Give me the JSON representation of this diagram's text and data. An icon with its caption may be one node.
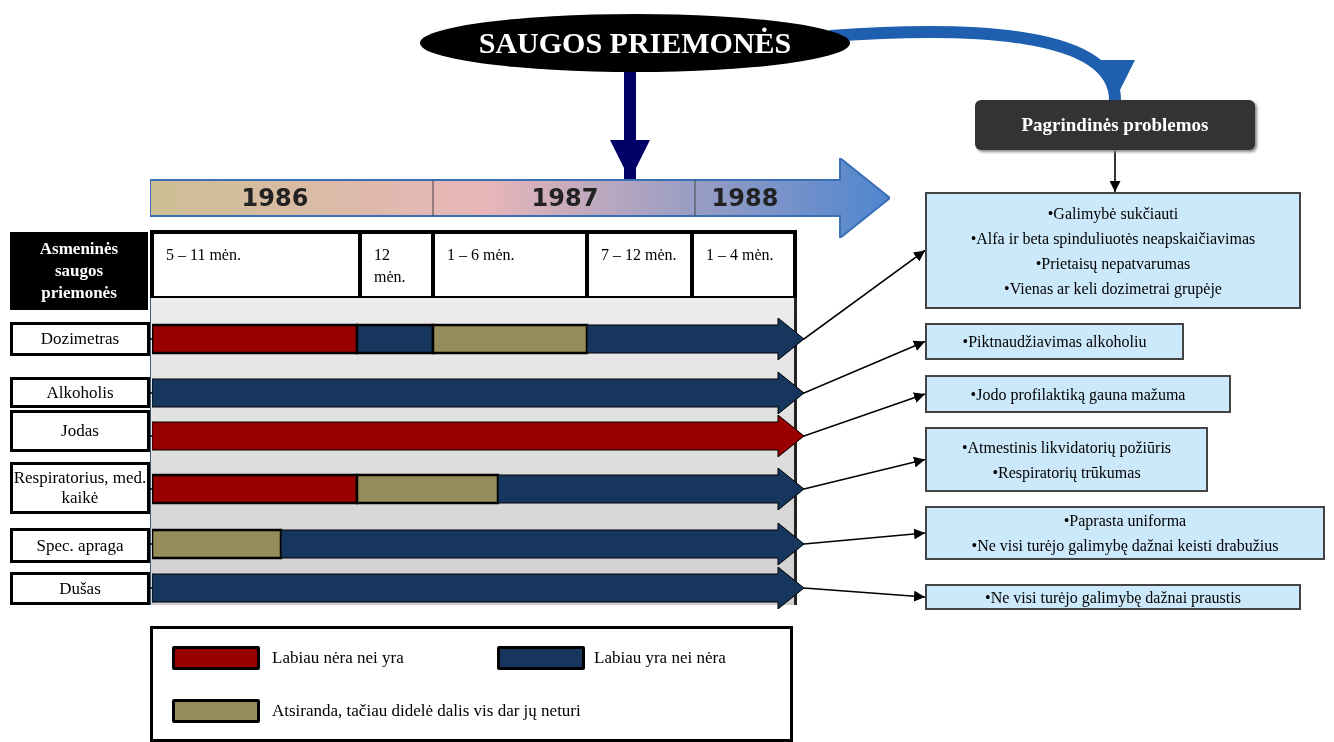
{
  "diagram": {
    "nodes": [
      {
        "text": [
          "SAUGOS PRIEMONĖS"
        ]
      },
      {
        "text": [
          "Pagrindinės problemos"
        ]
      },
      {
        "text": [
          "1986",
          "1987",
          "1988"
        ]
      },
      {
        "text": [
          "Asmeninės saugos priemonės"
        ]
      },
      {
        "text": [
          "Dozimetras"
        ]
      },
      {
        "text": [
          "Alkoholis"
        ]
      },
      {
        "text": [
          "Jodas"
        ]
      },
      {
        "text": [
          "Respiratorius, med. kaikė"
        ]
      },
      {
        "text": [
          "Spec. apraga"
        ]
      },
      {
        "text": [
          "Dušas"
        ]
      },
      {
        "text": [
          "•Galimybė sukčiauti",
          "•Alfa ir beta spinduliuotės neapskaičiavimas",
          "•Prietaisų nepatvarumas",
          "•Vienas ar keli dozimetrai grupėje"
        ]
      },
      {
        "text": [
          "•Piktnaudžiavimas alkoholiu"
        ]
      },
      {
        "text": [
          "•Jodo profilaktiką gauna mažuma"
        ]
      },
      {
        "text": [
          "•Atmestinis likvidatorių požiūris",
          "•Respiratorių trūkumas"
        ]
      },
      {
        "text": [
          "•Paprasta uniforma",
          "•Ne visi turėjo galimybę dažnai keisti drabužius"
        ]
      },
      {
        "text": [
          "•Ne visi turėjo galimybę dažnai praustis"
        ]
      }
    ],
    "edges": [
      {
        "from": 0,
        "to": 2,
        "arrow": "to",
        "color": "#000066",
        "style": "thick"
      },
      {
        "from": 0,
        "to": 1,
        "arrow": "to",
        "color": "#1f5fb0",
        "style": "thick"
      },
      {
        "from": 1,
        "to": 10,
        "arrow": "to"
      },
      {
        "from": 4,
        "to": 10,
        "arrow": "to"
      },
      {
        "from": 5,
        "to": 11,
        "arrow": "to"
      },
      {
        "from": 6,
        "to": 12,
        "arrow": "to"
      },
      {
        "from": 7,
        "to": 13,
        "arrow": "to"
      },
      {
        "from": 8,
        "to": 14,
        "arrow": "to"
      },
      {
        "from": 9,
        "to": 15,
        "arrow": "to"
      }
    ],
    "labels": [
      "5 – 11 mėn.",
      "12 mėn.",
      "1 – 6 mėn.",
      "7 – 12 mėn.",
      "1 – 4 mėn."
    ],
    "legend": [
      {
        "text": "Labiau nėra nei yra",
        "color": "#990000"
      },
      {
        "text": "Labiau yra nei nėra",
        "color": "#17365d"
      },
      {
        "text": "Atsiranda, tačiau didelė dalis vis dar jų neturi",
        "color": "#968c5a"
      }
    ]
  }
}
